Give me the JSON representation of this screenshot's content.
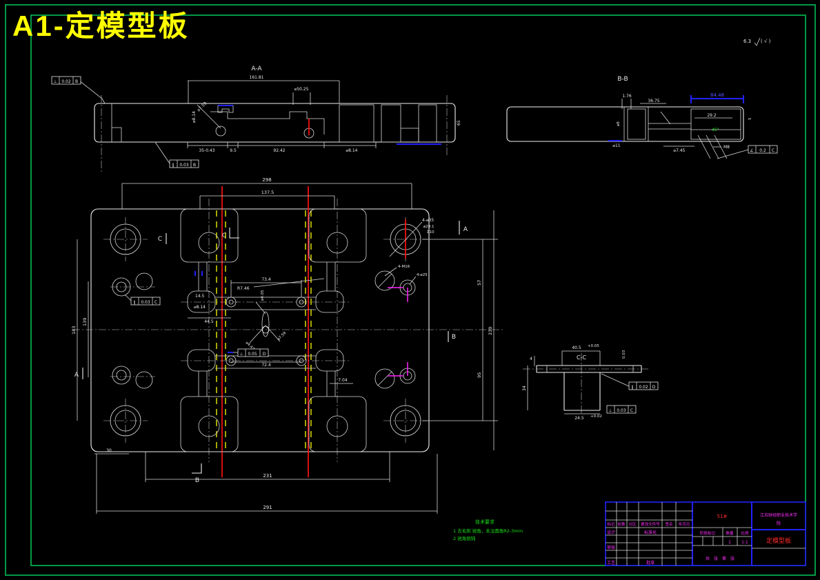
{
  "frame": {
    "title": "A1-定模型板",
    "roughness": "6.3",
    "roughness_note": "( √ )"
  },
  "aa": {
    "title": "A-A",
    "d_total": "161.81",
    "d_bore": "⌀50.25",
    "d_width": "92.42",
    "d_hole": "⌀8.14",
    "d_left": "35-0.43",
    "d_step": "9.5",
    "d_vert": "⌀8.14",
    "d_diag": "⌀7.59",
    "d_right": "65",
    "tol1_sym": "⊥",
    "tol1_val": "0.02",
    "tol1_ref": "B",
    "tol2_sym": "∥",
    "tol2_val": "0.03",
    "tol2_ref": "B"
  },
  "bb": {
    "title": "B-B",
    "d1": "1.76",
    "d2": "36.75",
    "d_blue": "84.48",
    "d3": "29.2",
    "d4": "⌀7.45",
    "d5": "⌀11",
    "d6": "⌀8",
    "d7": "5",
    "thread": "M8",
    "green": "45°",
    "tol_sym": "∠",
    "tol_val": "0.2",
    "tol_ref": "C"
  },
  "plan": {
    "d_298": "298",
    "d_1375": "137.5",
    "d_30": "30",
    "d_231": "231",
    "d_291": "291",
    "d_57": "57",
    "d_95": "95",
    "d_230": "230",
    "d_183": "183",
    "d_139": "139",
    "d_734": "73.4",
    "d_724": "72.4",
    "r746": "R7.46",
    "d_814": "⌀8.14",
    "d_145": "14.5",
    "d_445": "44.5",
    "d_704": "7.04",
    "d_405": "⌀4.05",
    "l_442": "⌀4.42",
    "l_759": "⌀7.59",
    "c1": "4-⌀35",
    "c2": "⌀29.1",
    "c2b": "↧10",
    "c3": "4-M16",
    "c4": "4-⌀25",
    "secA_top": "A",
    "secA_left": "A",
    "secB_right": "B",
    "secB_bottom": "B",
    "secC_1": "C",
    "secC_2": "C",
    "tolL_sym": "∥",
    "tolL_val": "0.03",
    "tolL_ref": "C",
    "tolC_sym": "⊥",
    "tolC_val": "0.05",
    "tolC_ref": "D"
  },
  "cc": {
    "title": "C-C",
    "d_top": "40.5",
    "d_top_tol": "+0.05",
    "d_4": "4",
    "d_34": "34",
    "d_245": "24.5",
    "d_245_tol": "+0.02",
    "d_right": "0.03",
    "tol1_sym": "∥",
    "tol1_val": "0.02",
    "tol1_ref": "D",
    "tol2_sym": "⊥",
    "tol2_val": "0.03",
    "tol2_ref": "C"
  },
  "notes": {
    "title": "技术要求",
    "line1": "1 去毛刺 锐角，未注圆角R2-3mm",
    "line2": "2 锐角倒钝"
  },
  "tb": {
    "material": "51#",
    "school1": "江苏财经职业技术学",
    "school2": "院",
    "part": "定模型板",
    "h1": "标记",
    "h2": "处数",
    "h3": "分区",
    "h4": "更改文件号",
    "h5": "签名",
    "h6": "年月日",
    "r1": "设计",
    "r2": "标准化",
    "r3": "审核",
    "r4": "工艺",
    "r5": "批准",
    "stage": "阶段标记",
    "qty": "数量",
    "scale": "比例",
    "qty_v": "1",
    "scale_v": "1:1",
    "sheet": "共　张　第　张"
  },
  "colors": {
    "accent_red": "#ff1111",
    "accent_yellow": "#ffff00",
    "accent_blue": "#2222ff",
    "accent_magenta": "#ff30ff",
    "accent_green": "#18e018",
    "frame_green": "#00c055"
  }
}
